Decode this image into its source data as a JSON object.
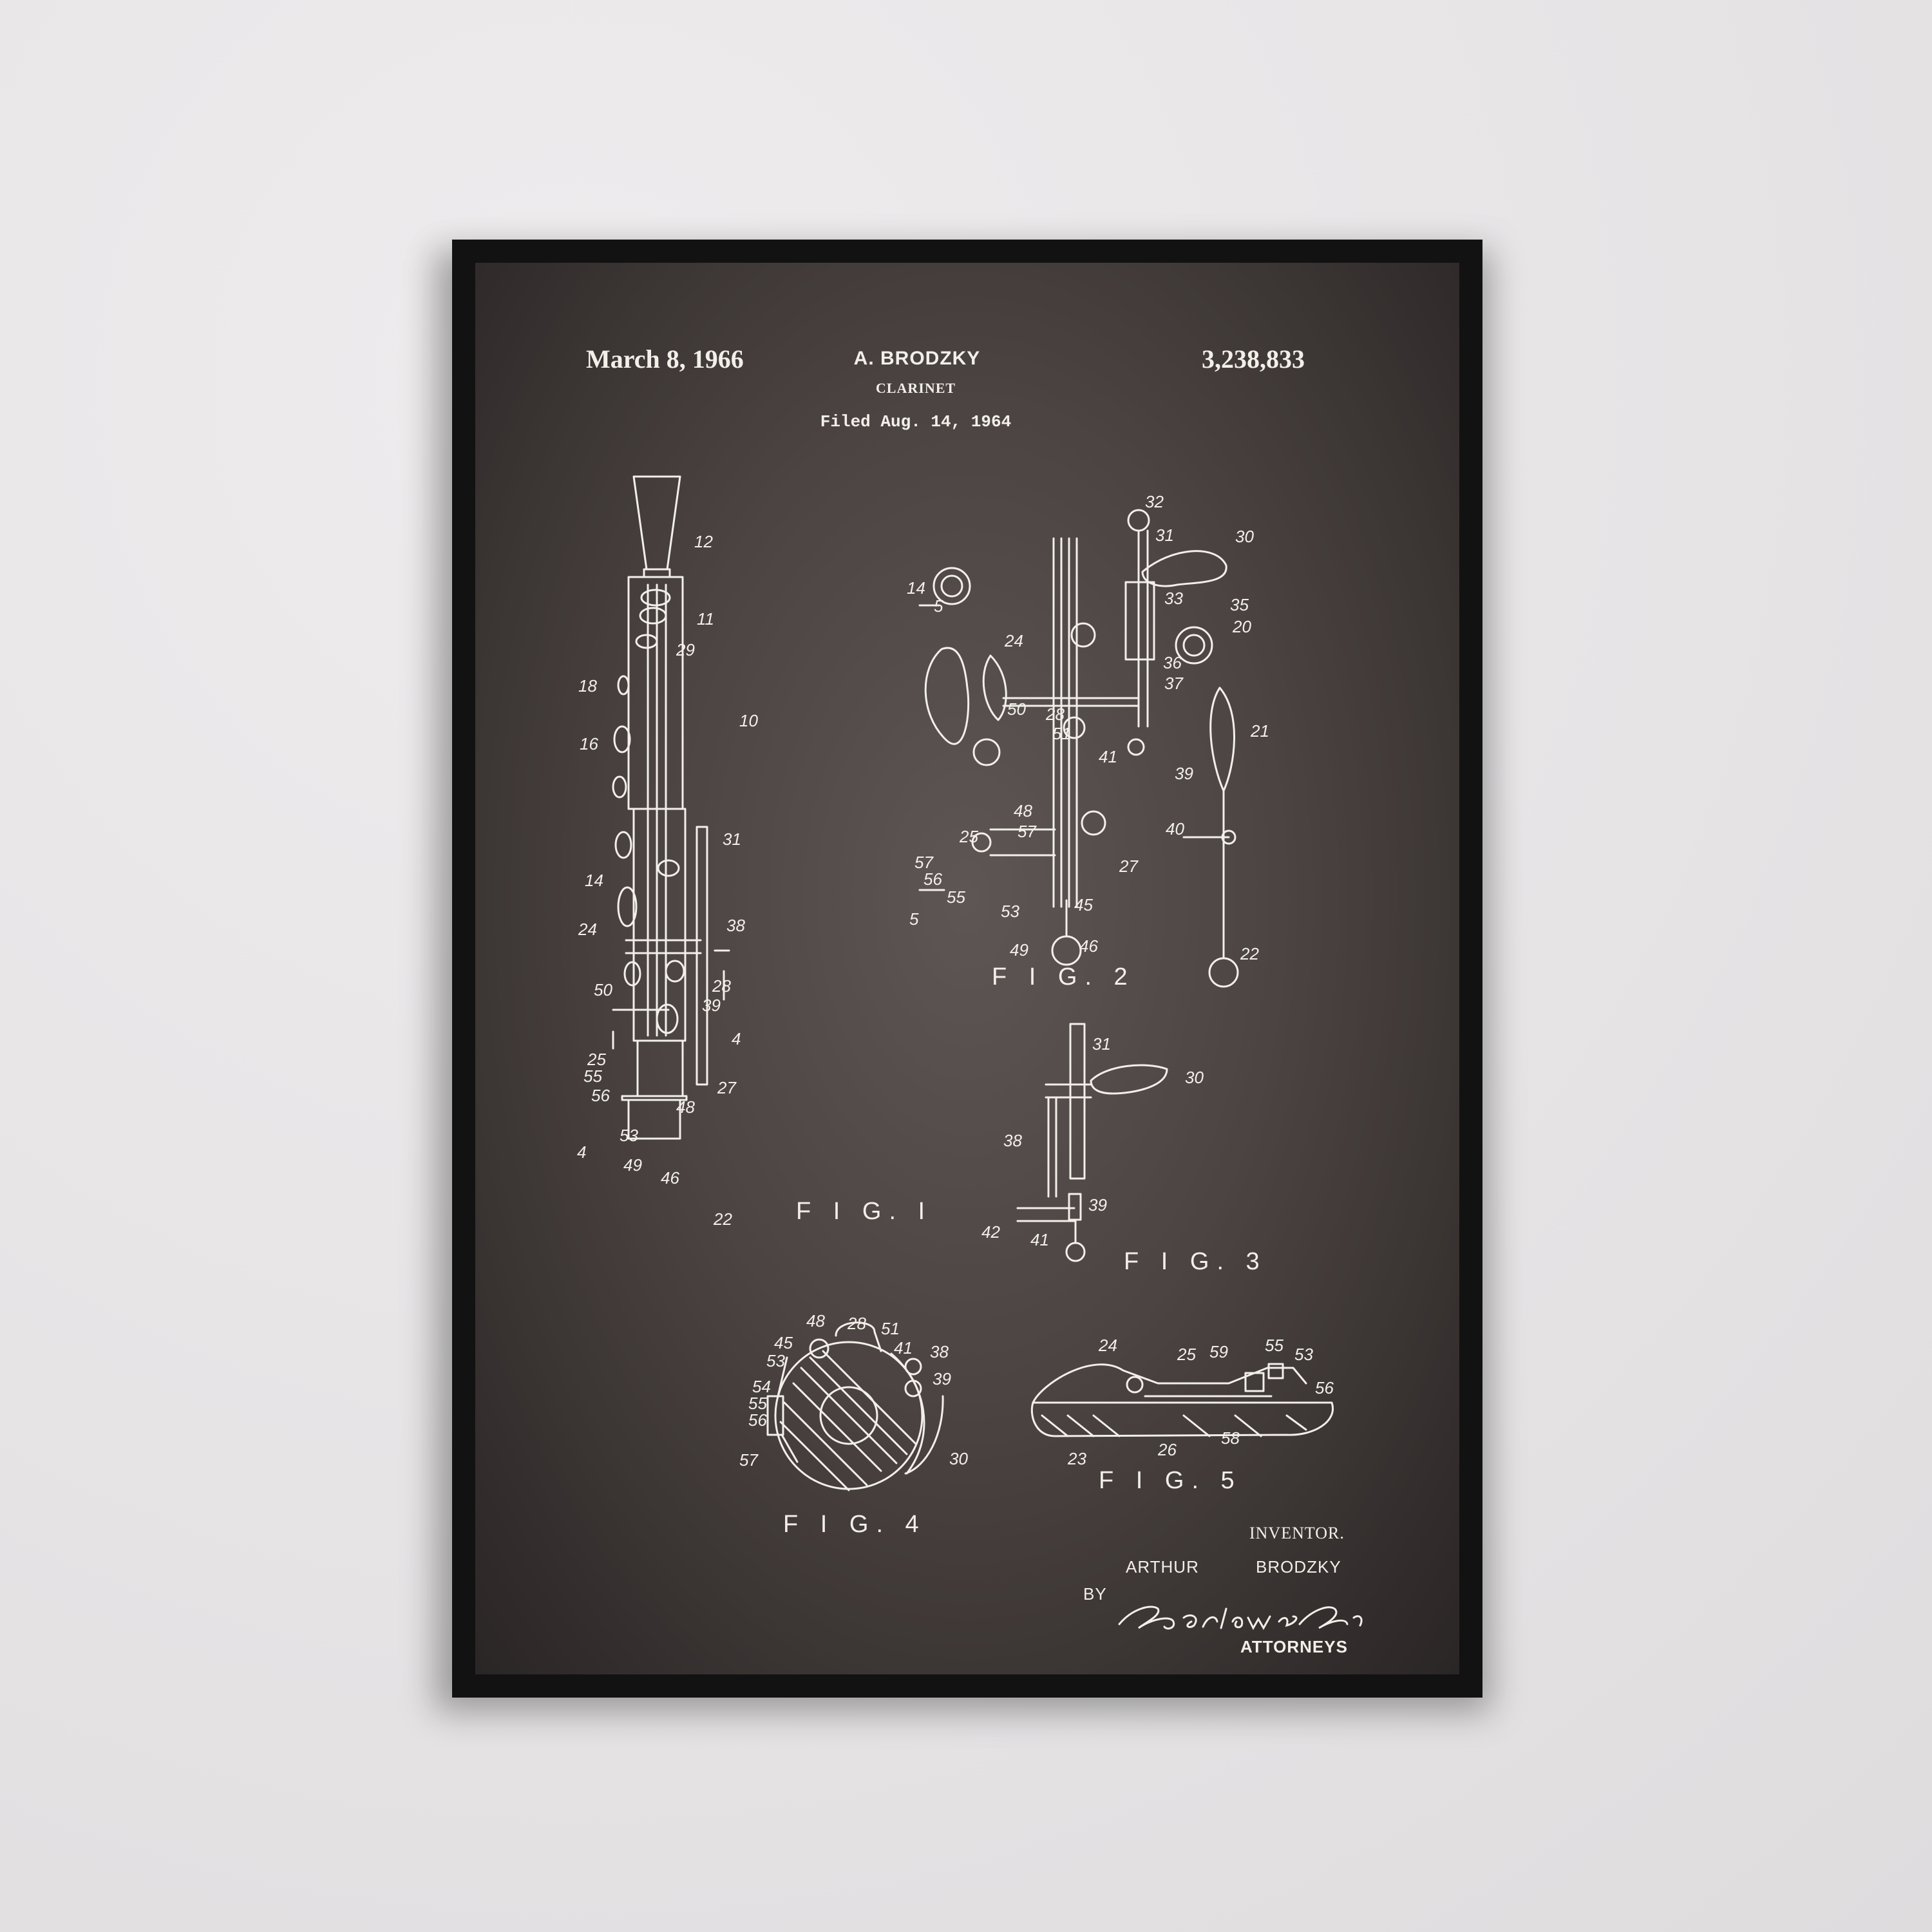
{
  "header": {
    "date": "March 8, 1966",
    "inventor": "A. BRODZKY",
    "patent_number": "3,238,833",
    "title": "CLARINET",
    "filed": "Filed Aug. 14, 1964"
  },
  "figures": {
    "fig1": "F I G. I",
    "fig2": "F I G. 2",
    "fig3": "F I G. 3",
    "fig4": "F I G. 4",
    "fig5": "F I G. 5"
  },
  "footer": {
    "inventor_label": "INVENTOR.",
    "first_name": "ARTHUR",
    "last_name": "BRODZKY",
    "by": "BY",
    "signature": "Barlow & Barlow",
    "attorneys": "ATTORNEYS"
  },
  "ref_numerals": {
    "fig1": [
      "12",
      "11",
      "29",
      "18",
      "16",
      "10",
      "31",
      "14",
      "38",
      "24",
      "50",
      "28",
      "39",
      "4",
      "25",
      "55",
      "56",
      "27",
      "53",
      "48",
      "4",
      "49",
      "46",
      "22"
    ],
    "fig2": [
      "32",
      "31",
      "30",
      "14",
      "33",
      "35",
      "20",
      "5",
      "24",
      "36",
      "37",
      "50",
      "28",
      "51",
      "21",
      "41",
      "39",
      "48",
      "25",
      "57",
      "40",
      "57",
      "27",
      "56",
      "55",
      "53",
      "45",
      "5",
      "49",
      "46",
      "22"
    ],
    "fig3": [
      "31",
      "30",
      "38",
      "39",
      "42",
      "41"
    ],
    "fig4": [
      "48",
      "28",
      "51",
      "45",
      "41",
      "38",
      "53",
      "39",
      "54",
      "55",
      "56",
      "57",
      "30"
    ],
    "fig5": [
      "24",
      "25",
      "59",
      "55",
      "53",
      "56",
      "23",
      "26",
      "58"
    ]
  },
  "colors": {
    "poster": "#4c4442",
    "ink": "#f2efe9",
    "frame": "#121212",
    "wall": "#e9e7e8"
  }
}
